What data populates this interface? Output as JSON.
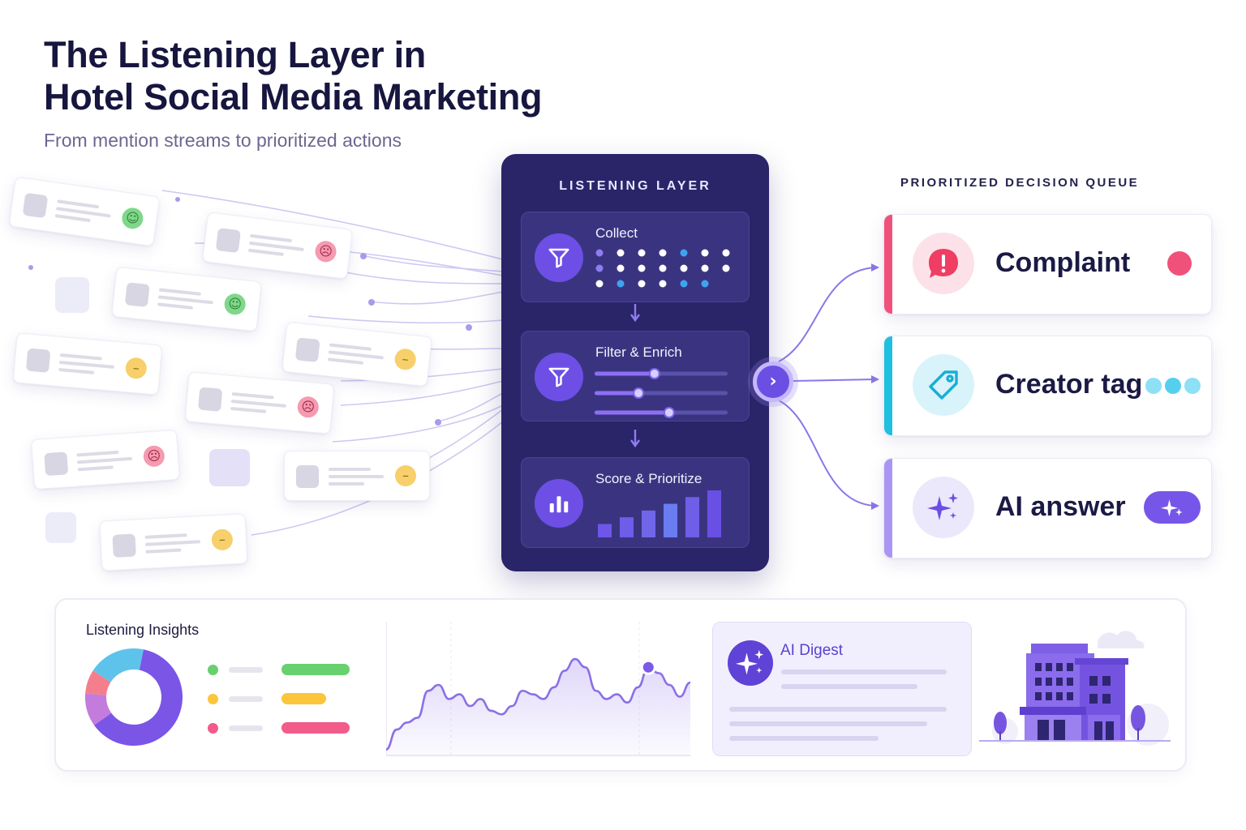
{
  "header": {
    "title_line1": "The Listening Layer in",
    "title_line2": "Hotel Social Media Marketing",
    "subtitle": "From mention streams to prioritized actions"
  },
  "colors": {
    "panel": "#2a2468",
    "stage": "#3a3480",
    "accent": "#6d4fe6",
    "complaint": "#f0517a",
    "creator": "#1fbfe0",
    "ai": "#8a6cf0",
    "positive": "#7fd88a",
    "neutral": "#f7cf6b",
    "negative": "#f59ab0"
  },
  "mentions": [
    {
      "sentiment": "positive",
      "icon": "smile-face-icon"
    },
    {
      "sentiment": "negative",
      "icon": "frown-face-icon"
    },
    {
      "sentiment": "positive",
      "icon": "smile-face-icon"
    },
    {
      "sentiment": "neutral",
      "icon": "neutral-face-icon"
    },
    {
      "sentiment": "neutral",
      "icon": "neutral-face-icon"
    },
    {
      "sentiment": "negative",
      "icon": "frown-face-icon"
    },
    {
      "sentiment": "negative",
      "icon": "frown-face-icon"
    },
    {
      "sentiment": "neutral",
      "icon": "neutral-face-icon"
    },
    {
      "sentiment": "neutral",
      "icon": "neutral-face-icon"
    }
  ],
  "layer": {
    "title": "LISTENING LAYER",
    "stages": [
      {
        "label": "Collect",
        "icon": "funnel-icon"
      },
      {
        "label": "Filter & Enrich",
        "icon": "funnel-icon",
        "sliders": [
          0.45,
          0.33,
          0.56
        ]
      },
      {
        "label": "Score & Prioritize",
        "icon": "bar-chart-icon",
        "bars": [
          2,
          3,
          4,
          5,
          6,
          7
        ]
      }
    ]
  },
  "queue": {
    "title": "PRIORITIZED DECISION QUEUE",
    "items": [
      {
        "label": "Complaint",
        "icon": "alert-bubble-icon"
      },
      {
        "label": "Creator tag",
        "icon": "tag-icon"
      },
      {
        "label": "AI answer",
        "icon": "sparkle-icon"
      }
    ]
  },
  "insights": {
    "title": "Listening Insights",
    "donut": [
      {
        "share": 0.62,
        "color": "#7a55e6"
      },
      {
        "share": 0.11,
        "color": "#c37bdc"
      },
      {
        "share": 0.08,
        "color": "#f47e8c"
      },
      {
        "share": 0.19,
        "color": "#5ec3ea"
      }
    ],
    "legend": [
      {
        "color": "#67d06f",
        "bar": 0.95
      },
      {
        "color": "#fbc53c",
        "bar": 0.63
      },
      {
        "color": "#f25b8a",
        "bar": 0.95
      }
    ],
    "trend": [
      0.05,
      0.22,
      0.28,
      0.32,
      0.55,
      0.6,
      0.48,
      0.52,
      0.42,
      0.48,
      0.38,
      0.35,
      0.42,
      0.55,
      0.52,
      0.48,
      0.58,
      0.72,
      0.82,
      0.75,
      0.55,
      0.48,
      0.52,
      0.45,
      0.58,
      0.75,
      0.7,
      0.6,
      0.5,
      0.62
    ],
    "digest_title": "AI Digest"
  }
}
